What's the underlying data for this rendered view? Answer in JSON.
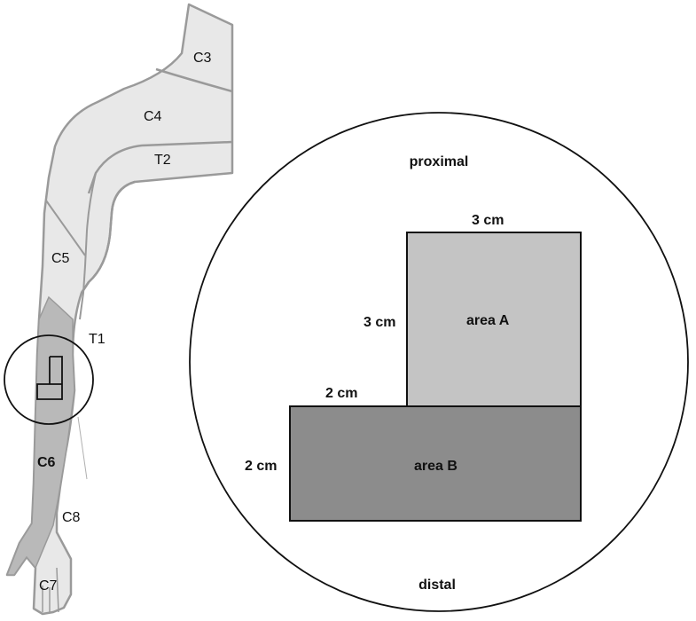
{
  "arm": {
    "dermatomes": {
      "c3": "C3",
      "c4": "C4",
      "t2": "T2",
      "c5": "C5",
      "t1": "T1",
      "c6": "C6",
      "c8": "C8",
      "c7": "C7"
    },
    "colors": {
      "skin": "#e8e8e8",
      "c6_zone": "#b9b9b9",
      "outline": "#9a9a9a"
    }
  },
  "inset": {
    "orientation": {
      "top": "proximal",
      "bottom": "distal"
    },
    "area_a": {
      "label": "area A",
      "width_label": "3 cm",
      "height_label": "3 cm",
      "fill": "#c4c4c4"
    },
    "area_b": {
      "label": "area B",
      "width_label": "2 cm",
      "height_label": "2 cm",
      "fill": "#8c8c8c"
    }
  }
}
